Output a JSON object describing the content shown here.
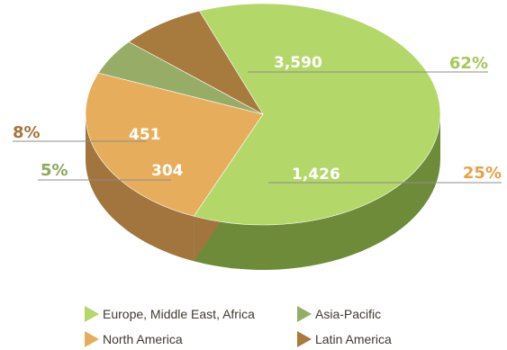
{
  "chart_data": {
    "type": "pie",
    "style": "3d",
    "legend_position": "bottom",
    "slices": [
      {
        "label": "Europe, Middle East, Africa",
        "value": 3590,
        "value_text": "3,590",
        "percent_text": "62%",
        "color": "#b4d76a",
        "side_color": "#6e8b3a",
        "percent_color": "#a5c85a"
      },
      {
        "label": "North America",
        "value": 1426,
        "value_text": "1,426",
        "percent_text": "25%",
        "color": "#e6ae5c",
        "side_color": "#a2753e",
        "percent_color": "#e6a24a"
      },
      {
        "label": "Asia-Pacific",
        "value": 304,
        "value_text": "304",
        "percent_text": "5%",
        "color": "#97ad67",
        "side_color": "#5c7237",
        "percent_color": "#8da95a"
      },
      {
        "label": "Latin America",
        "value": 451,
        "value_text": "451",
        "percent_text": "8%",
        "color": "#a77a3e",
        "side_color": "#7a5528",
        "percent_color": "#a8743a"
      }
    ]
  }
}
